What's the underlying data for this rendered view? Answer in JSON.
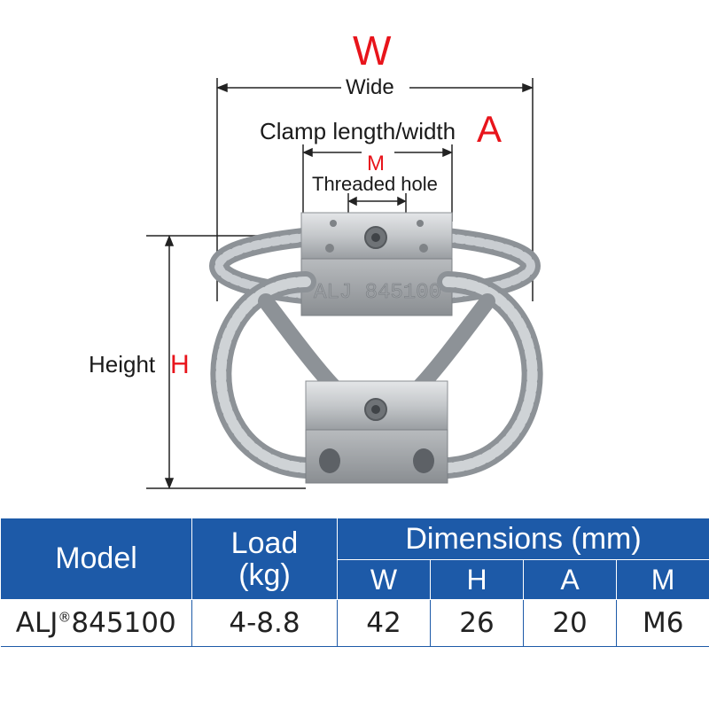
{
  "figure": {
    "w_letter": "W",
    "wide_label": "Wide",
    "clamp_label": "Clamp length/width",
    "a_letter": "A",
    "m_letter": "M",
    "threaded_label": "Threaded hole",
    "height_label": "Height",
    "h_letter": "H",
    "stamp_text": "ALJ 845100"
  },
  "table": {
    "model_header": "Model",
    "load_header_line1": "Load",
    "load_header_line2": "(kg)",
    "dimensions_header": "Dimensions (mm)",
    "dim_columns": [
      "W",
      "H",
      "A",
      "M"
    ],
    "row": {
      "model_prefix": "ALJ",
      "model_reg": "®",
      "model_number": "845100",
      "load": "4-8.8",
      "w": "42",
      "h": "26",
      "a": "20",
      "m": "M6"
    }
  },
  "colors": {
    "header_blue": "#1d5aa8",
    "accent_red": "#e8141b"
  }
}
